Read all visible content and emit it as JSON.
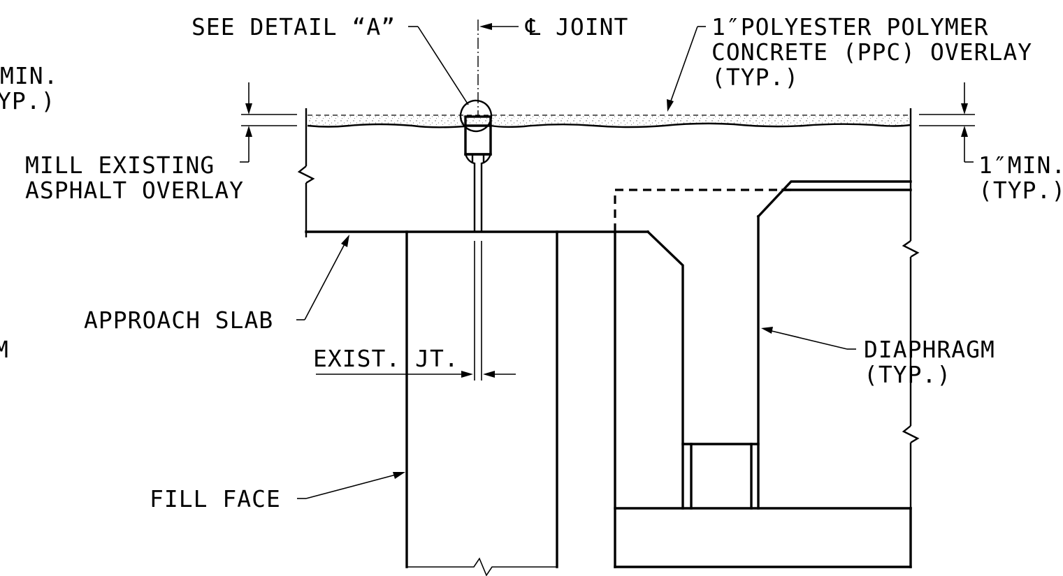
{
  "labels": {
    "see_detail": "SEE DETAIL “A”",
    "cl_joint": "℄ JOINT",
    "ppc_line1": "1″POLYESTER POLYMER",
    "ppc_line2": "CONCRETE (PPC) OVERLAY",
    "ppc_line3": "(TYP.)",
    "left_min_line1": "MIN.",
    "left_min_line2": "YP.)",
    "mill_line1": "MILL EXISTING",
    "mill_line2": "ASPHALT OVERLAY",
    "right_min_line1": "1″MIN.",
    "right_min_line2": "(TYP.)",
    "approach_slab": "APPROACH SLAB",
    "exist_jt": "EXIST. JT.",
    "diaphragm_line1": "DIAPHRAGM",
    "diaphragm_line2": "(TYP.)",
    "fill_face": "FILL FACE",
    "left_edge_fragment": "M"
  }
}
